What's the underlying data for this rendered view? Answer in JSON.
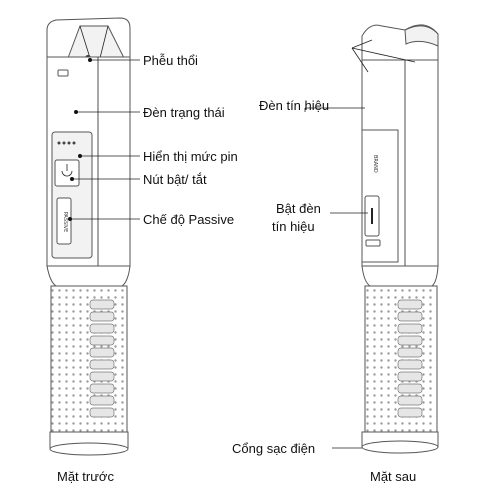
{
  "front": {
    "labels": {
      "funnel": "Phễu thổi",
      "status_light": "Đèn trạng thái",
      "battery": "Hiển thị mức pin",
      "power": "Nút bật/ tắt",
      "passive": "Chế độ Passive"
    },
    "caption": "Mặt trước"
  },
  "back": {
    "labels": {
      "signal_light": "Đèn tín hiệu",
      "signal_on_line1": "Bật đèn",
      "signal_on_line2": "tín hiệu",
      "charge_port": "Cổng sạc điện"
    },
    "caption": "Mặt sau"
  },
  "icons": [
    "power-icon",
    "passive-switch-icon",
    "signal-switch-icon",
    "battery-led-icon",
    "ce-mark-icon"
  ],
  "colors": {
    "outline": "#555555",
    "leader": "#222222",
    "text": "#111111"
  }
}
